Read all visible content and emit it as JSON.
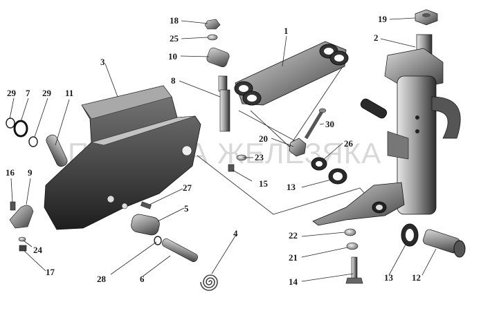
{
  "watermark": "ПЛАНЕТА ЖЕЛЕЗЯКА",
  "callouts": [
    {
      "id": "c1",
      "label": "1"
    },
    {
      "id": "c2",
      "label": "2"
    },
    {
      "id": "c3",
      "label": "3"
    },
    {
      "id": "c4",
      "label": "4"
    },
    {
      "id": "c5",
      "label": "5"
    },
    {
      "id": "c6",
      "label": "6"
    },
    {
      "id": "c7",
      "label": "7"
    },
    {
      "id": "c8",
      "label": "8"
    },
    {
      "id": "c9",
      "label": "9"
    },
    {
      "id": "c10",
      "label": "10"
    },
    {
      "id": "c11",
      "label": "11"
    },
    {
      "id": "c12",
      "label": "12"
    },
    {
      "id": "c13a",
      "label": "13"
    },
    {
      "id": "c13b",
      "label": "13"
    },
    {
      "id": "c14",
      "label": "14"
    },
    {
      "id": "c15",
      "label": "15"
    },
    {
      "id": "c16",
      "label": "16"
    },
    {
      "id": "c17",
      "label": "17"
    },
    {
      "id": "c18",
      "label": "18"
    },
    {
      "id": "c19",
      "label": "19"
    },
    {
      "id": "c20",
      "label": "20"
    },
    {
      "id": "c21",
      "label": "21"
    },
    {
      "id": "c22",
      "label": "22"
    },
    {
      "id": "c23",
      "label": "23"
    },
    {
      "id": "c24",
      "label": "24"
    },
    {
      "id": "c25",
      "label": "25"
    },
    {
      "id": "c26",
      "label": "26"
    },
    {
      "id": "c27",
      "label": "27"
    },
    {
      "id": "c28",
      "label": "28"
    },
    {
      "id": "c29a",
      "label": "29"
    },
    {
      "id": "c29b",
      "label": "29"
    },
    {
      "id": "c30",
      "label": "30"
    }
  ]
}
